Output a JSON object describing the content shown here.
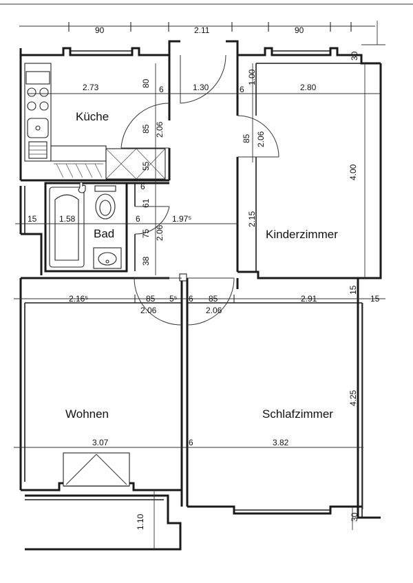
{
  "rooms": {
    "kueche": "Küche",
    "bad": "Bad",
    "kinderzimmer": "Kinderzimmer",
    "wohnen": "Wohnen",
    "schlafzimmer": "Schlafzimmer"
  },
  "dimensions": {
    "top_90_left": "90",
    "top_211": "2.11",
    "top_90_right": "90",
    "top_30_right": "30",
    "kueche_273": "2.73",
    "kueche_80": "80",
    "kueche_6": "6",
    "flur_130": "1.30",
    "flur_6": "6",
    "kinder_100": "1.00",
    "kinder_280": "2.80",
    "kueche_85": "85",
    "kueche_206": "2.06",
    "kinder_85": "85",
    "kinder_206": "2.06",
    "kinder_400": "4.00",
    "kueche_55": "55",
    "bad_6": "6",
    "bad_61": "61",
    "left_15": "15",
    "bad_158": "1.58",
    "bad_6b": "6",
    "flur_1975": "1.97⁵",
    "kinder_215": "2.15",
    "bad_75": "75",
    "bad_206": "2.06",
    "bad_38": "38",
    "wohnen_2165": "2.16⁵",
    "wohnen_85": "85",
    "wohnen_55": "5⁵",
    "schlaf_6": "6",
    "schlaf_85": "85",
    "schlaf_291": "2.91",
    "schlaf_15": "15",
    "right_15": "15",
    "wohnen_206": "2.06",
    "schlaf_206": "2.06",
    "schlaf_425": "4.25",
    "wohnen_307": "3.07",
    "schlaf_6b": "6",
    "schlaf_382": "3.82",
    "balkon_110": "1.10",
    "bottom_30": "30"
  }
}
